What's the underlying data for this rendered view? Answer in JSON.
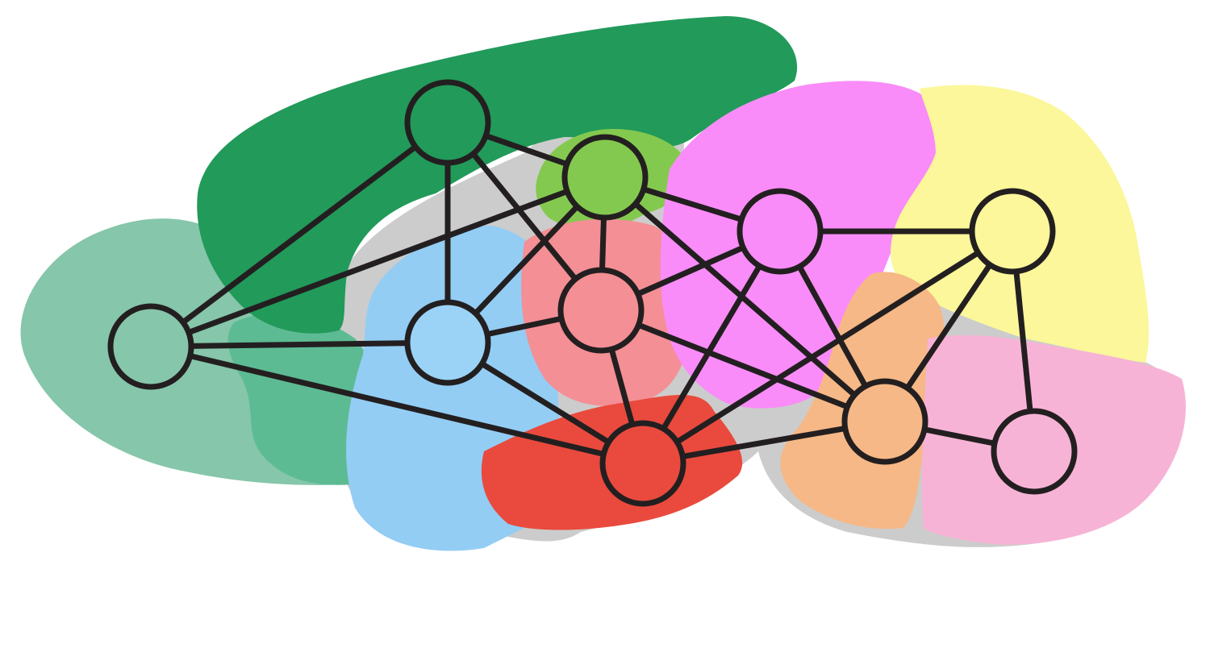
{
  "regions": [
    {
      "id": "olfactory",
      "color": "#86c6aa"
    },
    {
      "id": "olfactory-inner",
      "color": "#5dbb93"
    },
    {
      "id": "cortex",
      "color": "#229a5a"
    },
    {
      "id": "hippocampus",
      "color": "#84c94f"
    },
    {
      "id": "striatum",
      "color": "#93cdf4"
    },
    {
      "id": "thalamus",
      "color": "#f48f95"
    },
    {
      "id": "hypothalamus",
      "color": "#e94a3d"
    },
    {
      "id": "midbrain",
      "color": "#f98cf8"
    },
    {
      "id": "cerebellum",
      "color": "#fbf79a"
    },
    {
      "id": "pons",
      "color": "#f6b886"
    },
    {
      "id": "medulla",
      "color": "#f7b3d6"
    },
    {
      "id": "white-matter",
      "color": "#cccccc"
    }
  ],
  "nodes": [
    {
      "id": "olfactory-node",
      "color": "#86c6aa"
    },
    {
      "id": "cortex-node",
      "color": "#229a5a"
    },
    {
      "id": "hippocampus-node",
      "color": "#84c94f"
    },
    {
      "id": "striatum-node",
      "color": "#9bd3f6"
    },
    {
      "id": "thalamus-node",
      "color": "#f48f95"
    },
    {
      "id": "hypothalamus-node",
      "color": "#e94a3d"
    },
    {
      "id": "midbrain-node",
      "color": "#f98cf8"
    },
    {
      "id": "cerebellum-node",
      "color": "#fbf79a"
    },
    {
      "id": "pons-node",
      "color": "#f6b886"
    },
    {
      "id": "medulla-node",
      "color": "#f7b3d6"
    }
  ],
  "edges": [
    [
      "olfactory-node",
      "cortex-node"
    ],
    [
      "olfactory-node",
      "hippocampus-node"
    ],
    [
      "olfactory-node",
      "striatum-node"
    ],
    [
      "olfactory-node",
      "hypothalamus-node"
    ],
    [
      "cortex-node",
      "hippocampus-node"
    ],
    [
      "cortex-node",
      "striatum-node"
    ],
    [
      "cortex-node",
      "thalamus-node"
    ],
    [
      "hippocampus-node",
      "striatum-node"
    ],
    [
      "hippocampus-node",
      "thalamus-node"
    ],
    [
      "hippocampus-node",
      "midbrain-node"
    ],
    [
      "hippocampus-node",
      "pons-node"
    ],
    [
      "striatum-node",
      "thalamus-node"
    ],
    [
      "striatum-node",
      "hypothalamus-node"
    ],
    [
      "thalamus-node",
      "hypothalamus-node"
    ],
    [
      "thalamus-node",
      "midbrain-node"
    ],
    [
      "thalamus-node",
      "pons-node"
    ],
    [
      "hypothalamus-node",
      "midbrain-node"
    ],
    [
      "hypothalamus-node",
      "pons-node"
    ],
    [
      "midbrain-node",
      "cerebellum-node"
    ],
    [
      "midbrain-node",
      "pons-node"
    ],
    [
      "cerebellum-node",
      "pons-node"
    ],
    [
      "cerebellum-node",
      "medulla-node"
    ],
    [
      "cerebellum-node",
      "hypothalamus-node"
    ],
    [
      "pons-node",
      "medulla-node"
    ]
  ],
  "style": {
    "edge_color": "#231f20",
    "node_stroke": "#231f20"
  }
}
